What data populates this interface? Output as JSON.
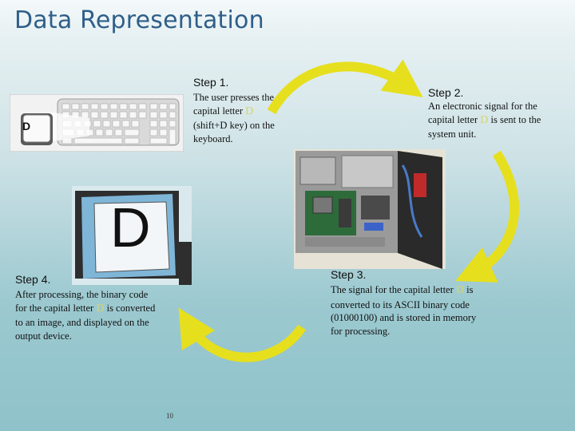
{
  "slide": {
    "title": "Data Representation",
    "page_number": "10",
    "colors": {
      "title": "#2f5f8a",
      "arrow": "#e6df1d",
      "highlight_letter": "#d8d36a",
      "background": "#9cc9d0"
    }
  },
  "steps": [
    {
      "heading": "Step 1.",
      "pre": "The user presses the capital letter ",
      "letter": "D",
      "post": " (shift+D key) on the keyboard."
    },
    {
      "heading": "Step 2.",
      "pre": "An electronic signal for the capital letter ",
      "letter": "D",
      "post": " is sent to the system unit."
    },
    {
      "heading": "Step 3.",
      "pre": "The signal for the capital letter ",
      "letter": "D",
      "post": " is converted to its ASCII binary code (01000100) and is stored in memory for processing."
    },
    {
      "heading": "Step 4.",
      "pre": "After processing, the binary code for the capital letter ",
      "letter": "D",
      "post": " is converted to an image, and displayed on the output device."
    }
  ],
  "images": {
    "keyboard_key_letter": "D",
    "monitor_letter": "D"
  }
}
